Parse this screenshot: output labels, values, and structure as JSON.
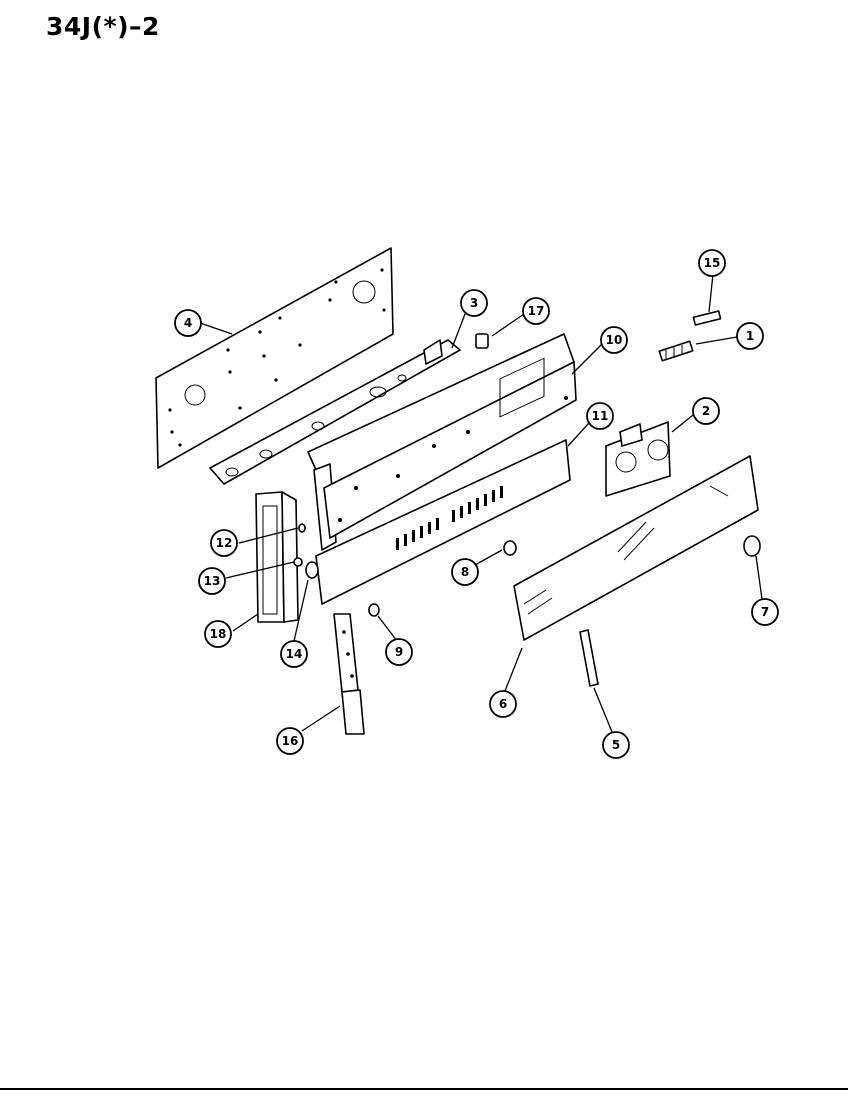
{
  "title": "34J(*)–2",
  "callouts": [
    {
      "id": "1",
      "label": "1"
    },
    {
      "id": "2",
      "label": "2"
    },
    {
      "id": "3",
      "label": "3"
    },
    {
      "id": "4",
      "label": "4"
    },
    {
      "id": "5",
      "label": "5"
    },
    {
      "id": "6",
      "label": "6"
    },
    {
      "id": "7",
      "label": "7"
    },
    {
      "id": "8",
      "label": "8"
    },
    {
      "id": "9",
      "label": "9"
    },
    {
      "id": "10",
      "label": "10"
    },
    {
      "id": "11",
      "label": "11"
    },
    {
      "id": "12",
      "label": "12"
    },
    {
      "id": "13",
      "label": "13"
    },
    {
      "id": "14",
      "label": "14"
    },
    {
      "id": "15",
      "label": "15"
    },
    {
      "id": "16",
      "label": "16"
    },
    {
      "id": "17",
      "label": "17"
    },
    {
      "id": "18",
      "label": "18"
    }
  ]
}
